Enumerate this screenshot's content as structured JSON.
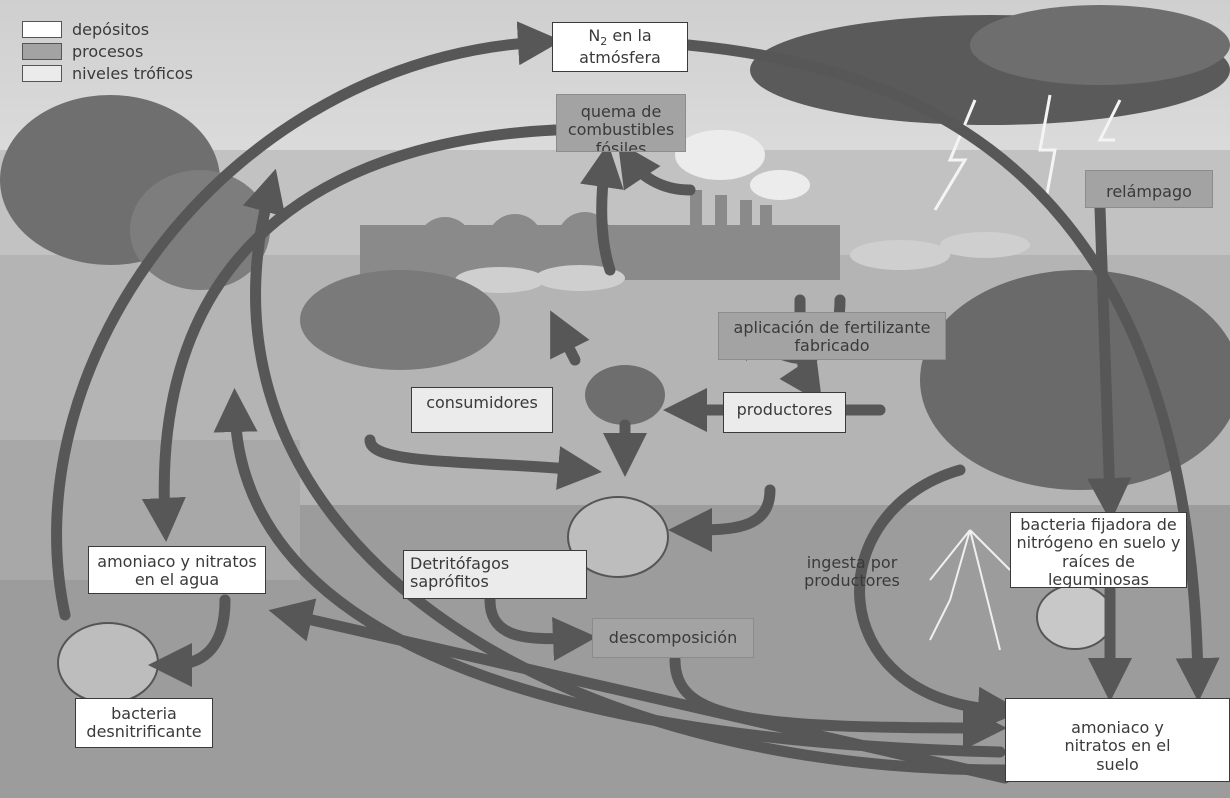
{
  "legend": {
    "deposits": "depósitos",
    "processes": "procesos",
    "trophic_levels": "niveles tróficos"
  },
  "boxes": {
    "n2_symbol": "N",
    "n2_subscript": "2",
    "n2_rest": " en la",
    "n2_line2": "atmósfera",
    "fossil_fuel_burning": "quema de combustibles fósiles",
    "lightning": "relámpago",
    "fertilizer_application": "aplicación de fertilizante fabricado",
    "consumers": "consumidores",
    "producers": "productores",
    "nitrogen_fixing_bacteria": "bacteria fijadora de nitrógeno en suelo y raíces de leguminosas",
    "water_ammonia_nitrates": "amoniaco y nitratos en el agua",
    "detritivores": "Detritófagos saprófitos",
    "producer_uptake": "ingesta por productores",
    "decomposition": "descomposición",
    "denitrifying_bacteria": "bacteria desnitrificante",
    "soil_ammonia_nitrates": "amoniaco y nitratos en el suelo"
  },
  "colors": {
    "deposit_fill": "#ffffff",
    "process_fill": "#a3a3a3",
    "trophic_fill": "#ebebeb",
    "arrow": "#575757"
  }
}
